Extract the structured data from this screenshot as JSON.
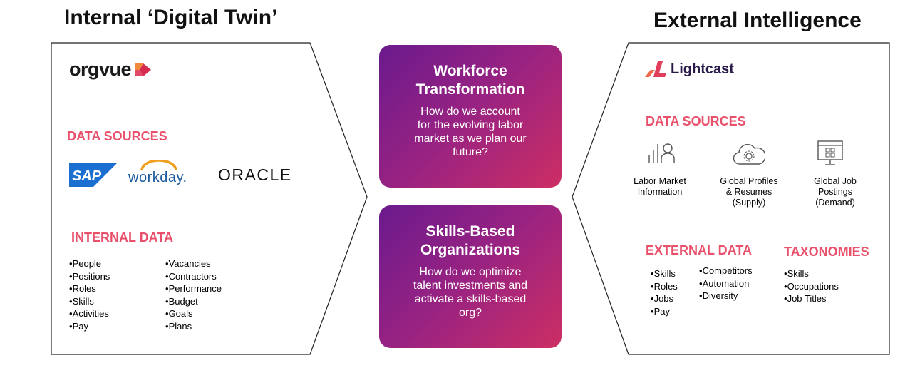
{
  "left": {
    "heading": "Internal ‘Digital Twin’",
    "logo_text": "orgvue",
    "data_sources_label": "DATA SOURCES",
    "sources": [
      "SAP",
      "workday.",
      "ORACLE"
    ],
    "internal_data_label": "INTERNAL DATA",
    "list_col1": [
      "People",
      "Positions",
      "Roles",
      "Skills",
      "Activities",
      "Pay"
    ],
    "list_col2": [
      "Vacancies",
      "Contractors",
      "Performance",
      "Budget",
      "Goals",
      "Plans"
    ]
  },
  "center": {
    "cards": [
      {
        "title_line1": "Workforce",
        "title_line2": "Transformation",
        "body": [
          "How do we account",
          "for the evolving labor",
          "market as we plan our",
          "future?"
        ]
      },
      {
        "title_line1": "Skills-Based",
        "title_line2": "Organizations",
        "body": [
          "How do we optimize",
          "talent investments and",
          "activate a skills-based",
          "org?"
        ]
      }
    ]
  },
  "right": {
    "heading": "External Intelligence",
    "logo_text": "Lightcast",
    "data_sources_label": "DATA SOURCES",
    "sources": [
      {
        "icon": "bar-chart-person-icon",
        "line1": "Labor Market",
        "line2": "Information",
        "line3": ""
      },
      {
        "icon": "cloud-gear-icon",
        "line1": "Global Profiles",
        "line2": "& Resumes",
        "line3": "(Supply)"
      },
      {
        "icon": "monitor-grid-icon",
        "line1": "Global Job",
        "line2": "Postings",
        "line3": "(Demand)"
      }
    ],
    "external_data_label": "EXTERNAL DATA",
    "taxonomies_label": "TAXONOMIES",
    "ext_col1": [
      "Skills",
      "Roles",
      "Jobs",
      "Pay"
    ],
    "ext_col2": [
      "Competitors",
      "Automation",
      "Diversity"
    ],
    "tax_col": [
      "Skills",
      "Occupations",
      "Job Titles"
    ]
  },
  "colors": {
    "accent": "#e8506b",
    "card_start": "#6a1a8e",
    "card_end": "#cc2e64",
    "sap": "#1a6fd1",
    "workday_arc": "#f0a020"
  }
}
